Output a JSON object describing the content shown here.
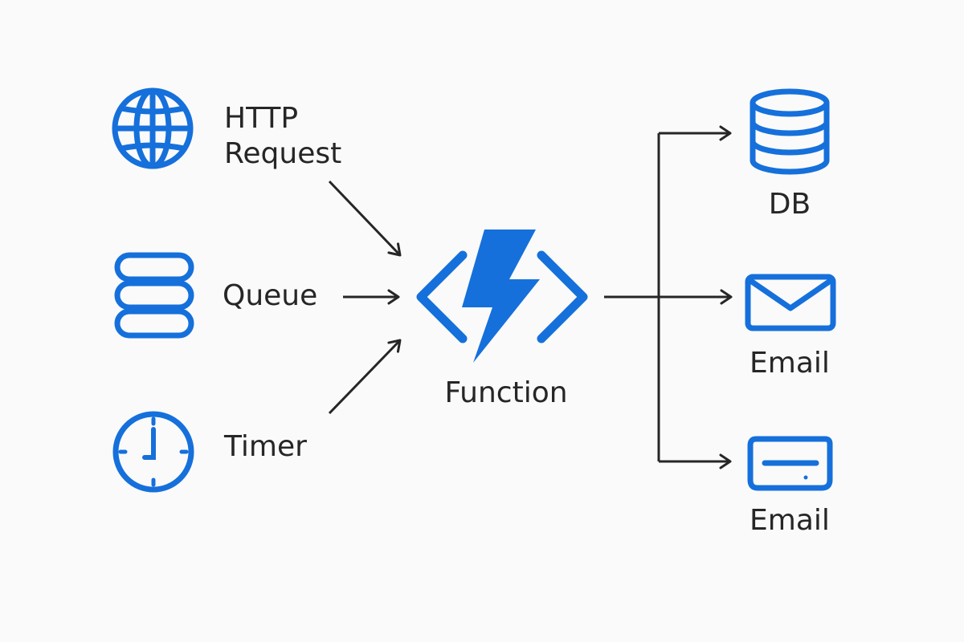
{
  "colors": {
    "accent": "#1570db",
    "line": "#262626",
    "text": "#262626",
    "background": "#fafafa"
  },
  "triggers": [
    {
      "icon": "globe-icon",
      "label_line1": "HTTP",
      "label_line2": "Request"
    },
    {
      "icon": "queue-stack-icon",
      "label": "Queue"
    },
    {
      "icon": "clock-icon",
      "label": "Timer"
    }
  ],
  "function": {
    "icon": "azure-function-icon",
    "label": "Function"
  },
  "outputs": [
    {
      "icon": "database-icon",
      "label": "DB"
    },
    {
      "icon": "envelope-icon",
      "label": "Email"
    },
    {
      "icon": "mail-tray-icon",
      "label": "Email"
    }
  ]
}
